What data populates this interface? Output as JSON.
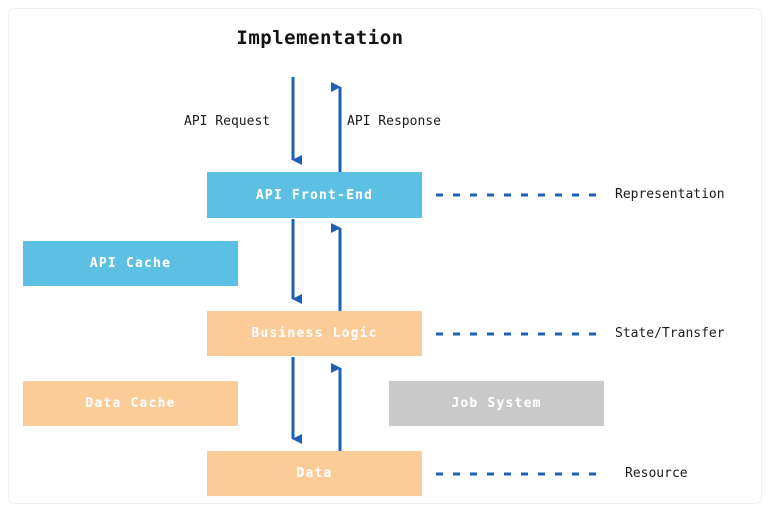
{
  "diagram": {
    "title": "Implementation",
    "type": "layered-architecture",
    "colors": {
      "blue_fill": "#5BC0E3",
      "orange_fill": "#FBCB98",
      "gray_fill": "#C9C9C9",
      "arrow_blue": "#1F5FB8",
      "dash_blue": "#1F5FB8",
      "node_text": "#FFFFFF",
      "label_text": "#1C1C1C",
      "background": "#FFFFFF",
      "frame_border": "#F1F1F3"
    },
    "nodes": [
      {
        "id": "api-front-end",
        "label": "API Front-End",
        "fill": "#5BC0E3",
        "column": "main"
      },
      {
        "id": "api-cache",
        "label": "API Cache",
        "fill": "#5BC0E3",
        "column": "left"
      },
      {
        "id": "business-logic",
        "label": "Business Logic",
        "fill": "#FBCB98",
        "column": "main"
      },
      {
        "id": "data-cache",
        "label": "Data Cache",
        "fill": "#FBCB98",
        "column": "left"
      },
      {
        "id": "job-system",
        "label": "Job System",
        "fill": "#C9C9C9",
        "column": "right"
      },
      {
        "id": "data",
        "label": "Data",
        "fill": "#FBCB98",
        "column": "main"
      }
    ],
    "edge_labels": [
      {
        "id": "api-request",
        "label": "API Request",
        "direction": "down"
      },
      {
        "id": "api-response",
        "label": "API Response",
        "direction": "up"
      }
    ],
    "side_labels": [
      {
        "id": "representation",
        "label": "Representation",
        "row": "api-front-end"
      },
      {
        "id": "state-transfer",
        "label": "State/Transfer",
        "row": "business-logic"
      },
      {
        "id": "resource",
        "label": "Resource",
        "row": "data"
      }
    ],
    "dash_rows": [
      {
        "id": "dash-representation",
        "dashes": 10
      },
      {
        "id": "dash-state-transfer",
        "dashes": 10
      },
      {
        "id": "dash-resource",
        "dashes": 10
      }
    ]
  }
}
